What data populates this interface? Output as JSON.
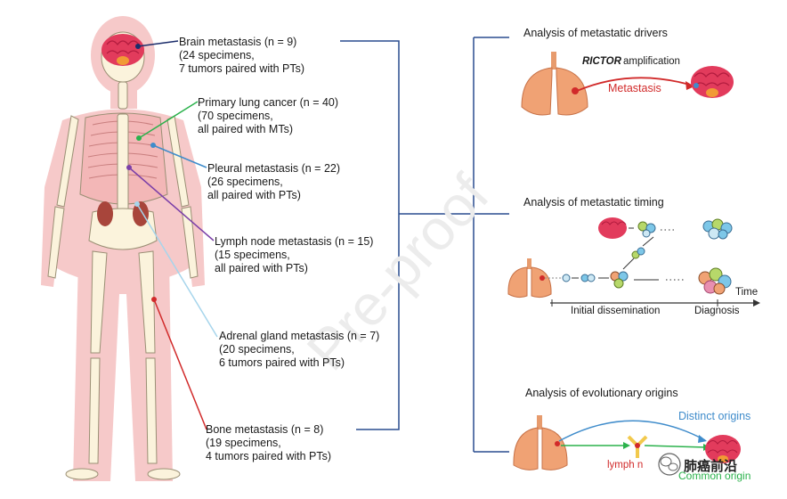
{
  "watermark": "Pre-proof",
  "left_labels": [
    {
      "line1": "Brain metastasis (n = 9)",
      "line2": "(24 specimens,",
      "line3": "7 tumors paired with PTs)"
    },
    {
      "line1": "Primary lung cancer (n = 40)",
      "line2": "(70 specimens,",
      "line3": "all paired with MTs)"
    },
    {
      "line1": "Pleural metastasis (n = 22)",
      "line2": "(26 specimens,",
      "line3": "all paired with PTs)"
    },
    {
      "line1": "Lymph node metastasis (n = 15)",
      "line2": "(15 specimens,",
      "line3": "all paired with PTs)"
    },
    {
      "line1": "Adrenal gland metastasis (n = 7)",
      "line2": "(20 specimens,",
      "line3": "6 tumors paired with PTs)"
    },
    {
      "line1": "Bone metastasis (n = 8)",
      "line2": "(19 specimens,",
      "line3": "4 tumors paired with PTs)"
    }
  ],
  "panels": {
    "drivers": {
      "title": "Analysis of metastatic drivers",
      "gene": "RICTOR",
      "gene_suffix": "amplification",
      "arrow_label": "Metastasis"
    },
    "timing": {
      "title": "Analysis of metastatic timing",
      "axis_label": "Time",
      "tick1": "Initial dissemination",
      "tick2": "Diagnosis"
    },
    "origins": {
      "title": "Analysis of evolutionary origins",
      "distinct": "Distinct origins",
      "lymph": "lymph n",
      "common": "Common origin",
      "wechat": "肺癌前沿"
    }
  },
  "colors": {
    "brain": "#1c2d6b",
    "lung": "#2bb24c",
    "pleura": "#3f8ccb",
    "lymph": "#7b3fa8",
    "adrenal": "#a6d5ec",
    "bone": "#d12a2a",
    "bracket": "#2a4d8f"
  }
}
